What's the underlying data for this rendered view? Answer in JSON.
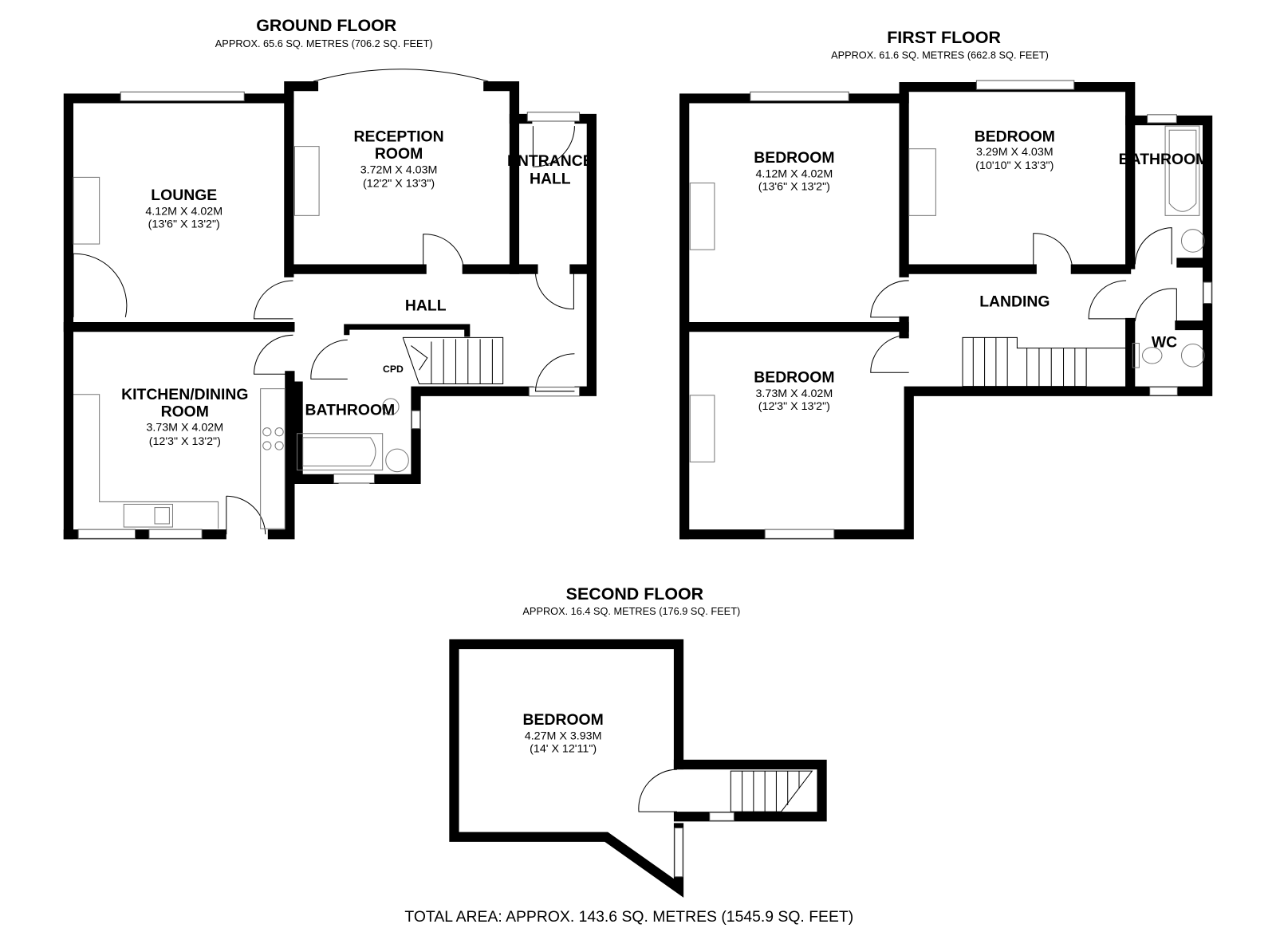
{
  "ground_floor": {
    "title": "GROUND FLOOR",
    "area": "APPROX. 65.6 SQ. METRES (706.2 SQ. FEET)",
    "rooms": {
      "lounge": {
        "name": "LOUNGE",
        "metric": "4.12M X 4.02M",
        "imperial": "(13'6\" X 13'2\")"
      },
      "reception": {
        "name1": "RECEPTION",
        "name2": "ROOM",
        "metric": "3.72M X 4.03M",
        "imperial": "(12'2\" X 13'3\")"
      },
      "entrance": {
        "name1": "ENTRANCE",
        "name2": "HALL"
      },
      "hall": {
        "name": "HALL"
      },
      "cpd": {
        "name": "CPD"
      },
      "kitchen": {
        "name1": "KITCHEN/DINING",
        "name2": "ROOM",
        "metric": "3.73M X 4.02M",
        "imperial": "(12'3\" X 13'2\")"
      },
      "bathroom": {
        "name": "BATHROOM"
      }
    }
  },
  "first_floor": {
    "title": "FIRST FLOOR",
    "area": "APPROX. 61.6 SQ. METRES (662.8 SQ. FEET)",
    "rooms": {
      "bedroom1": {
        "name": "BEDROOM",
        "metric": "4.12M X 4.02M",
        "imperial": "(13'6\" X 13'2\")"
      },
      "bedroom2": {
        "name": "BEDROOM",
        "metric": "3.29M X 4.03M",
        "imperial": "(10'10\" X 13'3\")"
      },
      "bedroom3": {
        "name": "BEDROOM",
        "metric": "3.73M X 4.02M",
        "imperial": "(12'3\" X 13'2\")"
      },
      "bathroom": {
        "name": "BATHROOM"
      },
      "landing": {
        "name": "LANDING"
      },
      "wc": {
        "name": "WC"
      }
    }
  },
  "second_floor": {
    "title": "SECOND FLOOR",
    "area": "APPROX. 16.4 SQ. METRES (176.9 SQ. FEET)",
    "rooms": {
      "bedroom": {
        "name": "BEDROOM",
        "metric": "4.27M X 3.93M",
        "imperial": "(14' X 12'11\")"
      }
    }
  },
  "total_area": "TOTAL AREA: APPROX. 143.6 SQ. METRES (1545.9 SQ. FEET)"
}
